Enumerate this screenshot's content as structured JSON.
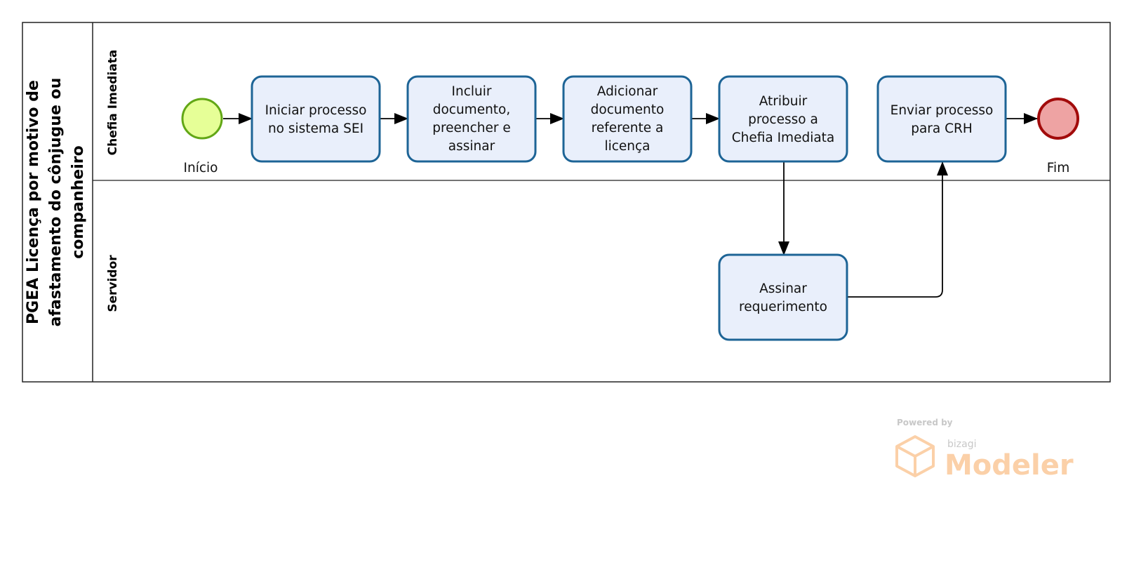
{
  "pool": {
    "title_lines": [
      "PGEA Licença por motivo de",
      "afastamento do cônjugue ou",
      "companheiro"
    ]
  },
  "lanes": [
    {
      "id": "chefia",
      "label": "Chefia Imediata"
    },
    {
      "id": "servidor",
      "label": "Servidor"
    }
  ],
  "events": {
    "start": {
      "label": "Início"
    },
    "end": {
      "label": "Fim"
    }
  },
  "tasks": [
    {
      "id": "t1",
      "lines": [
        "Iniciar processo",
        "no sistema SEI"
      ]
    },
    {
      "id": "t2",
      "lines": [
        "Incluir",
        "documento,",
        "preencher e",
        "assinar"
      ]
    },
    {
      "id": "t3",
      "lines": [
        "Adicionar",
        "documento",
        "referente a",
        "licença"
      ]
    },
    {
      "id": "t4",
      "lines": [
        "Atribuir",
        "processo a",
        "Chefia Imediata"
      ]
    },
    {
      "id": "t5",
      "lines": [
        "Enviar processo",
        "para CRH"
      ]
    },
    {
      "id": "t6",
      "lines": [
        "Assinar",
        "requerimento"
      ]
    }
  ],
  "colors": {
    "task_fill": "#e9effb",
    "task_stroke": "#1d6496",
    "start_fill": "#e6ff97",
    "start_stroke": "#62a716",
    "end_fill": "#eea3a3",
    "end_stroke": "#a20b0b"
  },
  "watermark": {
    "powered_by": "Powered by",
    "brand": "bizagi",
    "product": "Modeler"
  }
}
